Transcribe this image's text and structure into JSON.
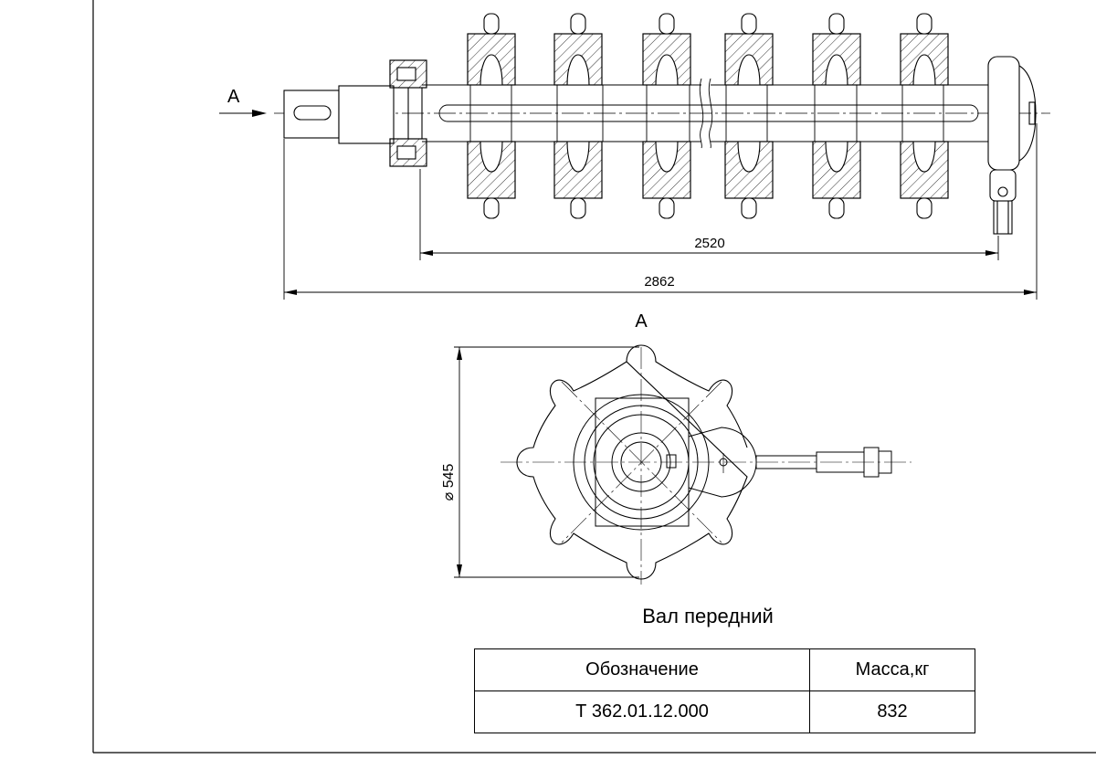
{
  "section_label": "A",
  "view_label": "A",
  "dimensions": {
    "inner_length": "2520",
    "total_length": "2862",
    "diameter_symbol": "⌀",
    "diameter": "545"
  },
  "caption": "Вал передний",
  "spec_table": {
    "header": {
      "designation": "Обозначение",
      "mass": "Масса,кг"
    },
    "row": {
      "designation": "Т 362.01.12.000",
      "mass": "832"
    }
  }
}
